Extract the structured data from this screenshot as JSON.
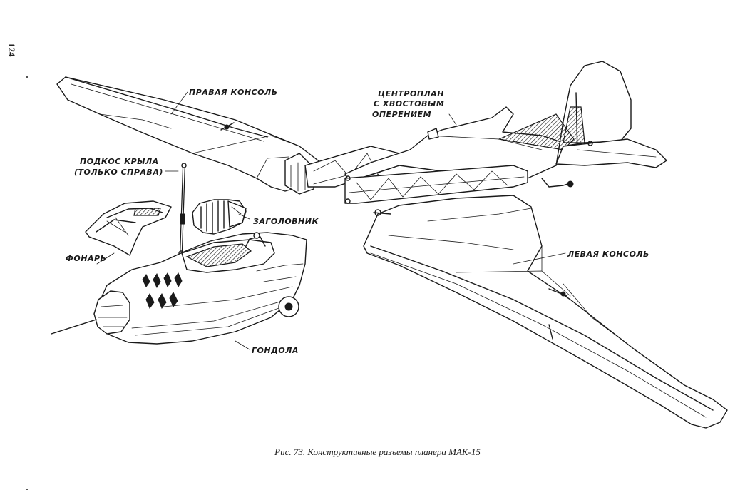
{
  "page_number": "124",
  "labels": {
    "right_wing": "ПРАВАЯ КОНСОЛЬ",
    "center_section_line1": "ЦЕНТРОПЛАН",
    "center_section_line2": "С ХВОСТОВЫМ",
    "center_section_line3": "ОПЕРЕНИЕМ",
    "wing_strut_line1": "ПОДКОС КРЫЛА",
    "wing_strut_line2": "(ТОЛЬКО СПРАВА)",
    "headrest": "ЗАГОЛОВНИК",
    "canopy": "ФОНАРЬ",
    "left_wing": "ЛЕВАЯ КОНСОЛЬ",
    "nacelle": "ГОНДОЛА"
  },
  "caption": "Рис. 73. Конструктивные разъемы планера МАК-15"
}
